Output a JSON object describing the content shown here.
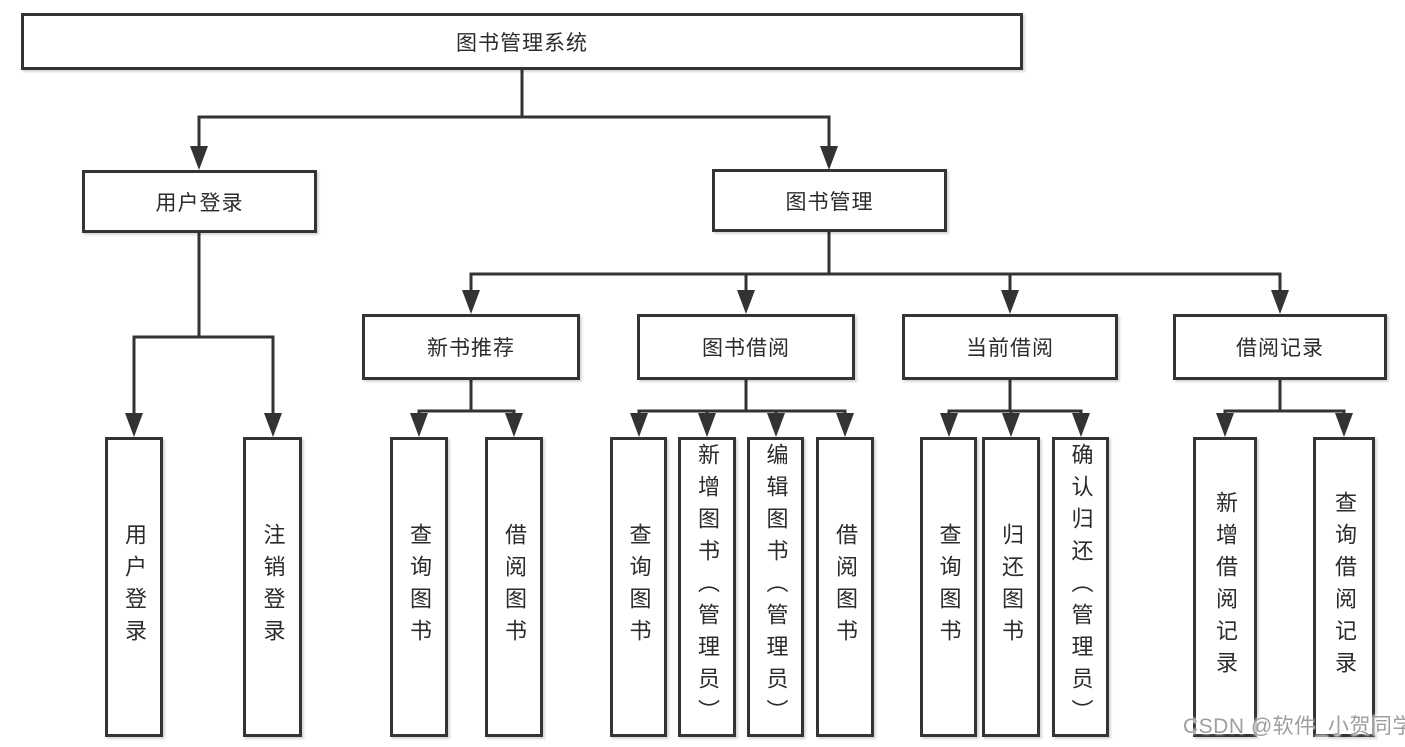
{
  "nodes": {
    "root": {
      "label": "图书管理系统"
    },
    "user_login": {
      "label": "用户登录"
    },
    "book_management": {
      "label": "图书管理"
    },
    "new_book_recommend": {
      "label": "新书推荐"
    },
    "book_borrow": {
      "label": "图书借阅"
    },
    "current_borrow": {
      "label": "当前借阅"
    },
    "borrow_records": {
      "label": "借阅记录"
    },
    "leaf_user_login": {
      "label": "用户登录"
    },
    "leaf_logout": {
      "label": "注销登录"
    },
    "leaf_nb_query": {
      "label": "查询图书"
    },
    "leaf_nb_borrow": {
      "label": "借阅图书"
    },
    "leaf_bb_query": {
      "label": "查询图书"
    },
    "leaf_bb_add": {
      "label": "新增图书（管理员）"
    },
    "leaf_bb_edit": {
      "label": "编辑图书（管理员）"
    },
    "leaf_bb_borrow": {
      "label": "借阅图书"
    },
    "leaf_cb_query": {
      "label": "查询图书"
    },
    "leaf_cb_return": {
      "label": "归还图书"
    },
    "leaf_cb_confirm": {
      "label": "确认归还（管理员）"
    },
    "leaf_br_add": {
      "label": "新增借阅记录"
    },
    "leaf_br_query": {
      "label": "查询借阅记录"
    }
  },
  "watermark": {
    "text": "CSDN @软件_小贺同学"
  },
  "colors": {
    "line": "#333333",
    "box_border": "#343434",
    "box_fill": "#ffffff",
    "text": "#2b2b2b",
    "watermark": "#9e9e9e",
    "background": "#ffffff"
  }
}
